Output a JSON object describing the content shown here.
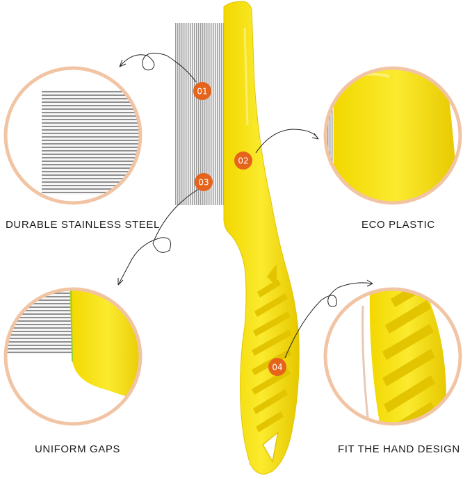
{
  "features": [
    {
      "badge": "01",
      "caption": "DURABLE STAINLESS STEEL"
    },
    {
      "badge": "02",
      "caption": "ECO PLASTIC"
    },
    {
      "badge": "03",
      "caption": "UNIFORM GAPS"
    },
    {
      "badge": "04",
      "caption": "FIT THE HAND DESIGN"
    }
  ],
  "colors": {
    "comb_yellow": "#F5E11C",
    "comb_shadow": "#E2C400",
    "badge_orange": "#E5631B",
    "ring_peach": "#F1C4A4",
    "steel": "#9A9A9A",
    "caption_text": "#1A1A1A"
  }
}
